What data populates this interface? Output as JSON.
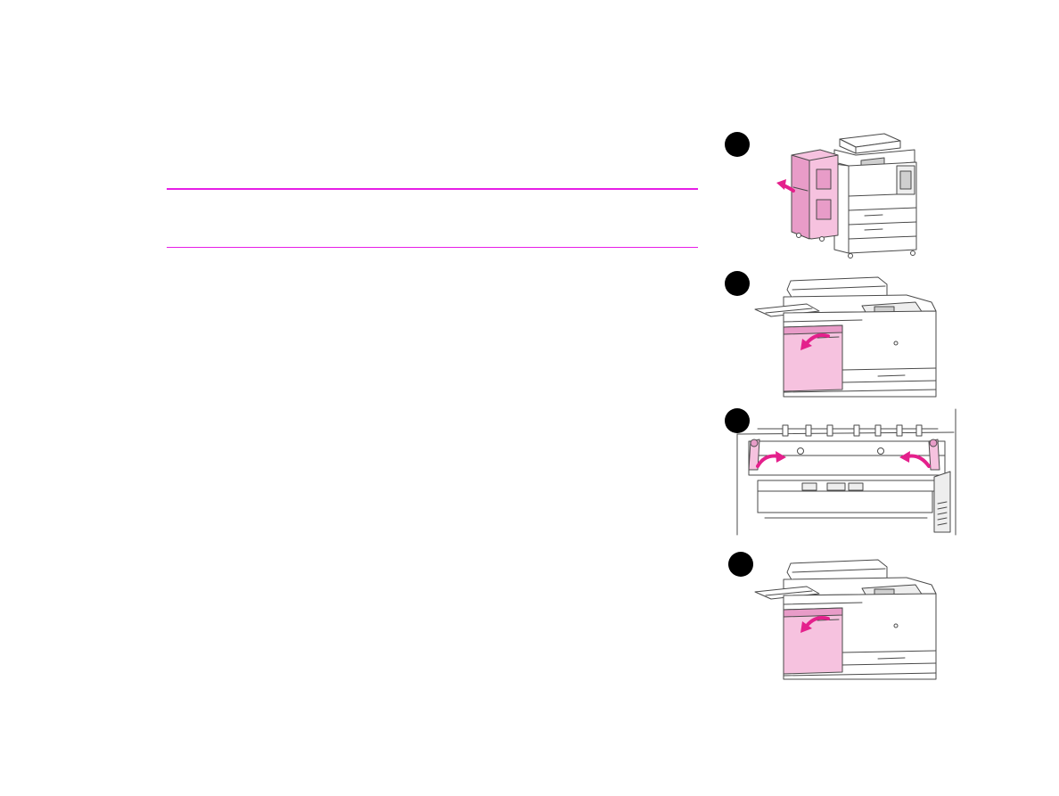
{
  "colors": {
    "background": "#ffffff",
    "rule": "#e61ee6",
    "highlight_fill": "#f6c2df",
    "highlight_dark": "#e89cc8",
    "arrow": "#e4208c",
    "line_art": "#4a4a4a",
    "step_marker": "#000000"
  },
  "figures": [
    {
      "marker_icon": "step-marker-icon",
      "illustration_icon": "finisher-pull-away-illustration"
    },
    {
      "marker_icon": "step-marker-icon",
      "illustration_icon": "open-left-door-illustration"
    },
    {
      "marker_icon": "step-marker-icon",
      "illustration_icon": "rotate-green-levers-illustration"
    },
    {
      "marker_icon": "step-marker-icon",
      "illustration_icon": "open-left-door-illustration"
    }
  ]
}
